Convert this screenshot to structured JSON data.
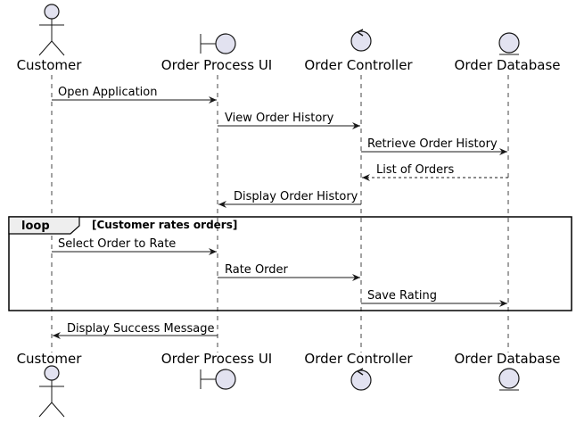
{
  "participants": [
    {
      "name": "Customer",
      "kind": "actor"
    },
    {
      "name": "Order Process UI",
      "kind": "boundary"
    },
    {
      "name": "Order Controller",
      "kind": "control"
    },
    {
      "name": "Order Database",
      "kind": "entity"
    }
  ],
  "messages": [
    {
      "label": "Open Application",
      "from": "Customer",
      "to": "Order Process UI",
      "style": "solid"
    },
    {
      "label": "View Order History",
      "from": "Order Process UI",
      "to": "Order Controller",
      "style": "solid"
    },
    {
      "label": "Retrieve Order History",
      "from": "Order Controller",
      "to": "Order Database",
      "style": "solid"
    },
    {
      "label": "List of Orders",
      "from": "Order Database",
      "to": "Order Controller",
      "style": "dashed"
    },
    {
      "label": "Display Order History",
      "from": "Order Controller",
      "to": "Order Process UI",
      "style": "solid"
    },
    {
      "label": "Select Order to Rate",
      "from": "Customer",
      "to": "Order Process UI",
      "style": "solid"
    },
    {
      "label": "Rate Order",
      "from": "Order Process UI",
      "to": "Order Controller",
      "style": "solid"
    },
    {
      "label": "Save Rating",
      "from": "Order Controller",
      "to": "Order Database",
      "style": "solid"
    },
    {
      "label": "Display Success Message",
      "from": "Order Process UI",
      "to": "Customer",
      "style": "solid"
    }
  ],
  "loop": {
    "keyword": "loop",
    "condition": "[Customer rates orders]"
  },
  "colors": {
    "participant_fill": "#E2E2F0",
    "stroke": "#181818"
  }
}
